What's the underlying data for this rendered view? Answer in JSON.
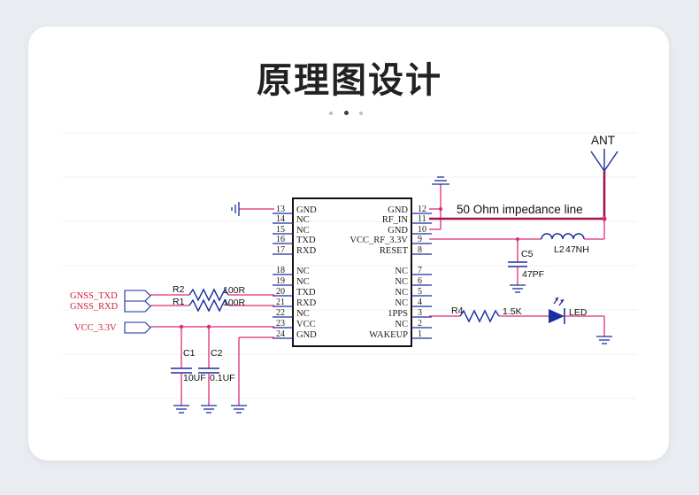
{
  "title": "原理图设计",
  "carousel": {
    "count": 3,
    "active": 1
  },
  "schematic": {
    "antenna_label": "ANT",
    "impedance_note": "50 Ohm impedance line",
    "left_pins": [
      {
        "num": "13",
        "name": "GND"
      },
      {
        "num": "14",
        "name": "NC"
      },
      {
        "num": "15",
        "name": "NC"
      },
      {
        "num": "16",
        "name": "TXD"
      },
      {
        "num": "17",
        "name": "RXD"
      },
      {
        "num": "18",
        "name": "NC"
      },
      {
        "num": "19",
        "name": "NC"
      },
      {
        "num": "20",
        "name": "TXD"
      },
      {
        "num": "21",
        "name": "RXD"
      },
      {
        "num": "22",
        "name": "NC"
      },
      {
        "num": "23",
        "name": "VCC"
      },
      {
        "num": "24",
        "name": "GND"
      }
    ],
    "right_pins": [
      {
        "num": "12",
        "name": "GND"
      },
      {
        "num": "11",
        "name": "RF_IN"
      },
      {
        "num": "10",
        "name": "GND"
      },
      {
        "num": "9",
        "name": "VCC_RF_3.3V"
      },
      {
        "num": "8",
        "name": "RESET"
      },
      {
        "num": "7",
        "name": "NC"
      },
      {
        "num": "6",
        "name": "NC"
      },
      {
        "num": "5",
        "name": "NC"
      },
      {
        "num": "4",
        "name": "NC"
      },
      {
        "num": "3",
        "name": "1PPS"
      },
      {
        "num": "2",
        "name": "NC"
      },
      {
        "num": "1",
        "name": "WAKEUP"
      }
    ],
    "nets": {
      "gnss_txd": "GNSS_TXD",
      "gnss_rxd": "GNSS_RXD",
      "vcc": "VCC_3.3V"
    },
    "components": {
      "r2_ref": "R2",
      "r2_val": "100R",
      "r1_ref": "R1",
      "r1_val": "100R",
      "c1_ref": "C1",
      "c1_val": "10UF",
      "c2_ref": "C2",
      "c2_val": "0.1UF",
      "c5_ref": "C5",
      "c5_val": "47PF",
      "l2_ref": "L2",
      "l2_val": "47NH",
      "r4_ref": "R4",
      "r4_val": "1.5K",
      "led_label": "LED"
    },
    "colors": {
      "wire": "#e0287a",
      "rf_line": "#a01650",
      "component": "#1b2f9e",
      "outline": "#111111"
    }
  }
}
